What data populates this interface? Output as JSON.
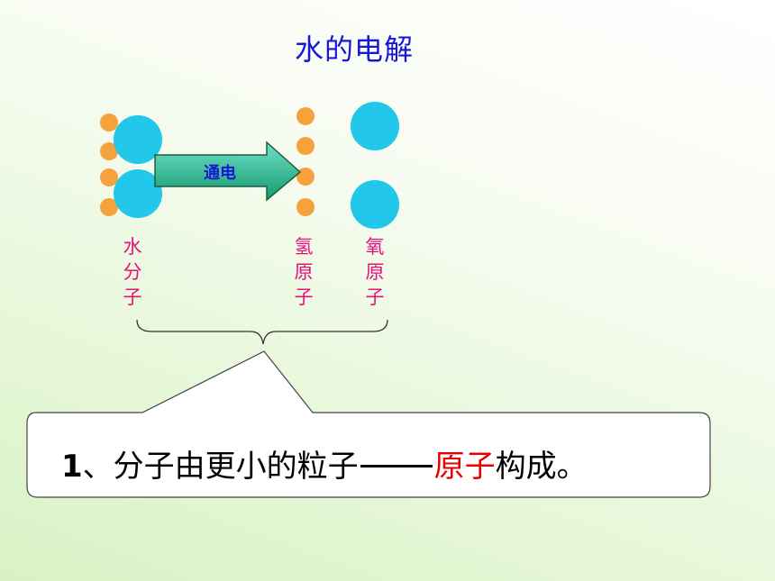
{
  "title": "水的电解",
  "arrow_label": "通电",
  "labels": {
    "water_molecule": "水分子",
    "hydrogen_atom": "氢原子",
    "oxygen_atom": "氧原子"
  },
  "callout": {
    "number": "1",
    "sep": "、",
    "before": "分子由更小的粒子",
    "highlight": "原子",
    "after": "构成。"
  },
  "colors": {
    "title": "#1717d6",
    "hydrogen": "#f5a23c",
    "oxygen": "#22c7ea",
    "label": "#e4127a",
    "highlight": "#e80000",
    "arrow_fill": "#1aa87f"
  }
}
